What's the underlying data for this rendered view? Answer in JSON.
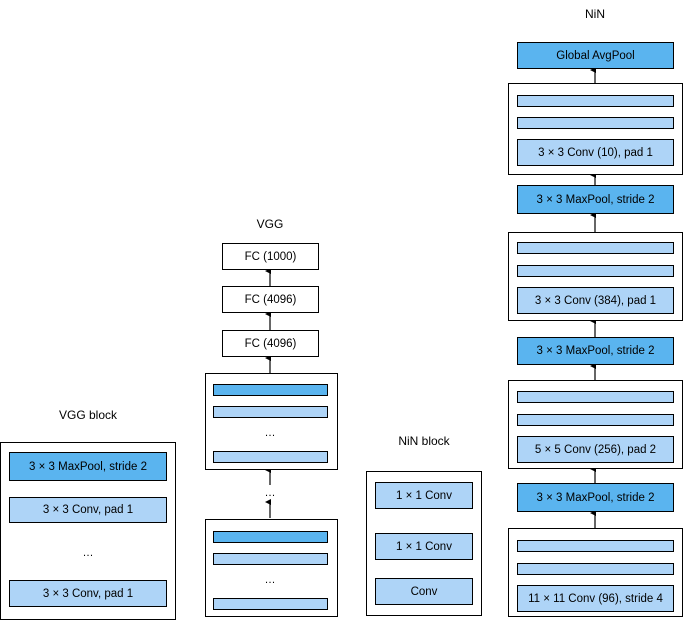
{
  "titles": {
    "vgg_block": "VGG block",
    "vgg": "VGG",
    "nin_block": "NiN block",
    "nin": "NiN"
  },
  "vgg_block": {
    "maxpool": "3 × 3 MaxPool, stride 2",
    "conv_top": "3 × 3 Conv, pad 1",
    "conv_bottom": "3 × 3 Conv, pad 1",
    "ellipsis": "…"
  },
  "vgg": {
    "fc1": "FC (1000)",
    "fc2": "FC (4096)",
    "fc3": "FC (4096)",
    "ellipsis": "…"
  },
  "nin_block": {
    "conv1x1_top": "1 × 1 Conv",
    "conv1x1_bottom": "1 × 1 Conv",
    "conv": "Conv"
  },
  "nin": {
    "global_avgpool": "Global AvgPool",
    "conv10": "3 × 3 Conv (10), pad 1",
    "maxpool3": "3 × 3 MaxPool, stride 2",
    "conv384": "3 × 3 Conv (384), pad 1",
    "maxpool2": "3 × 3 MaxPool, stride 2",
    "conv256": "5 × 5 Conv (256), pad 2",
    "maxpool1": "3 × 3 MaxPool, stride 2",
    "conv96": "11 × 11 Conv (96), stride 4"
  },
  "colors": {
    "conv_fill": "#aed4f7",
    "pool_fill": "#5ab4ef",
    "fc_fill": "#ffffff",
    "stroke": "#000000"
  }
}
